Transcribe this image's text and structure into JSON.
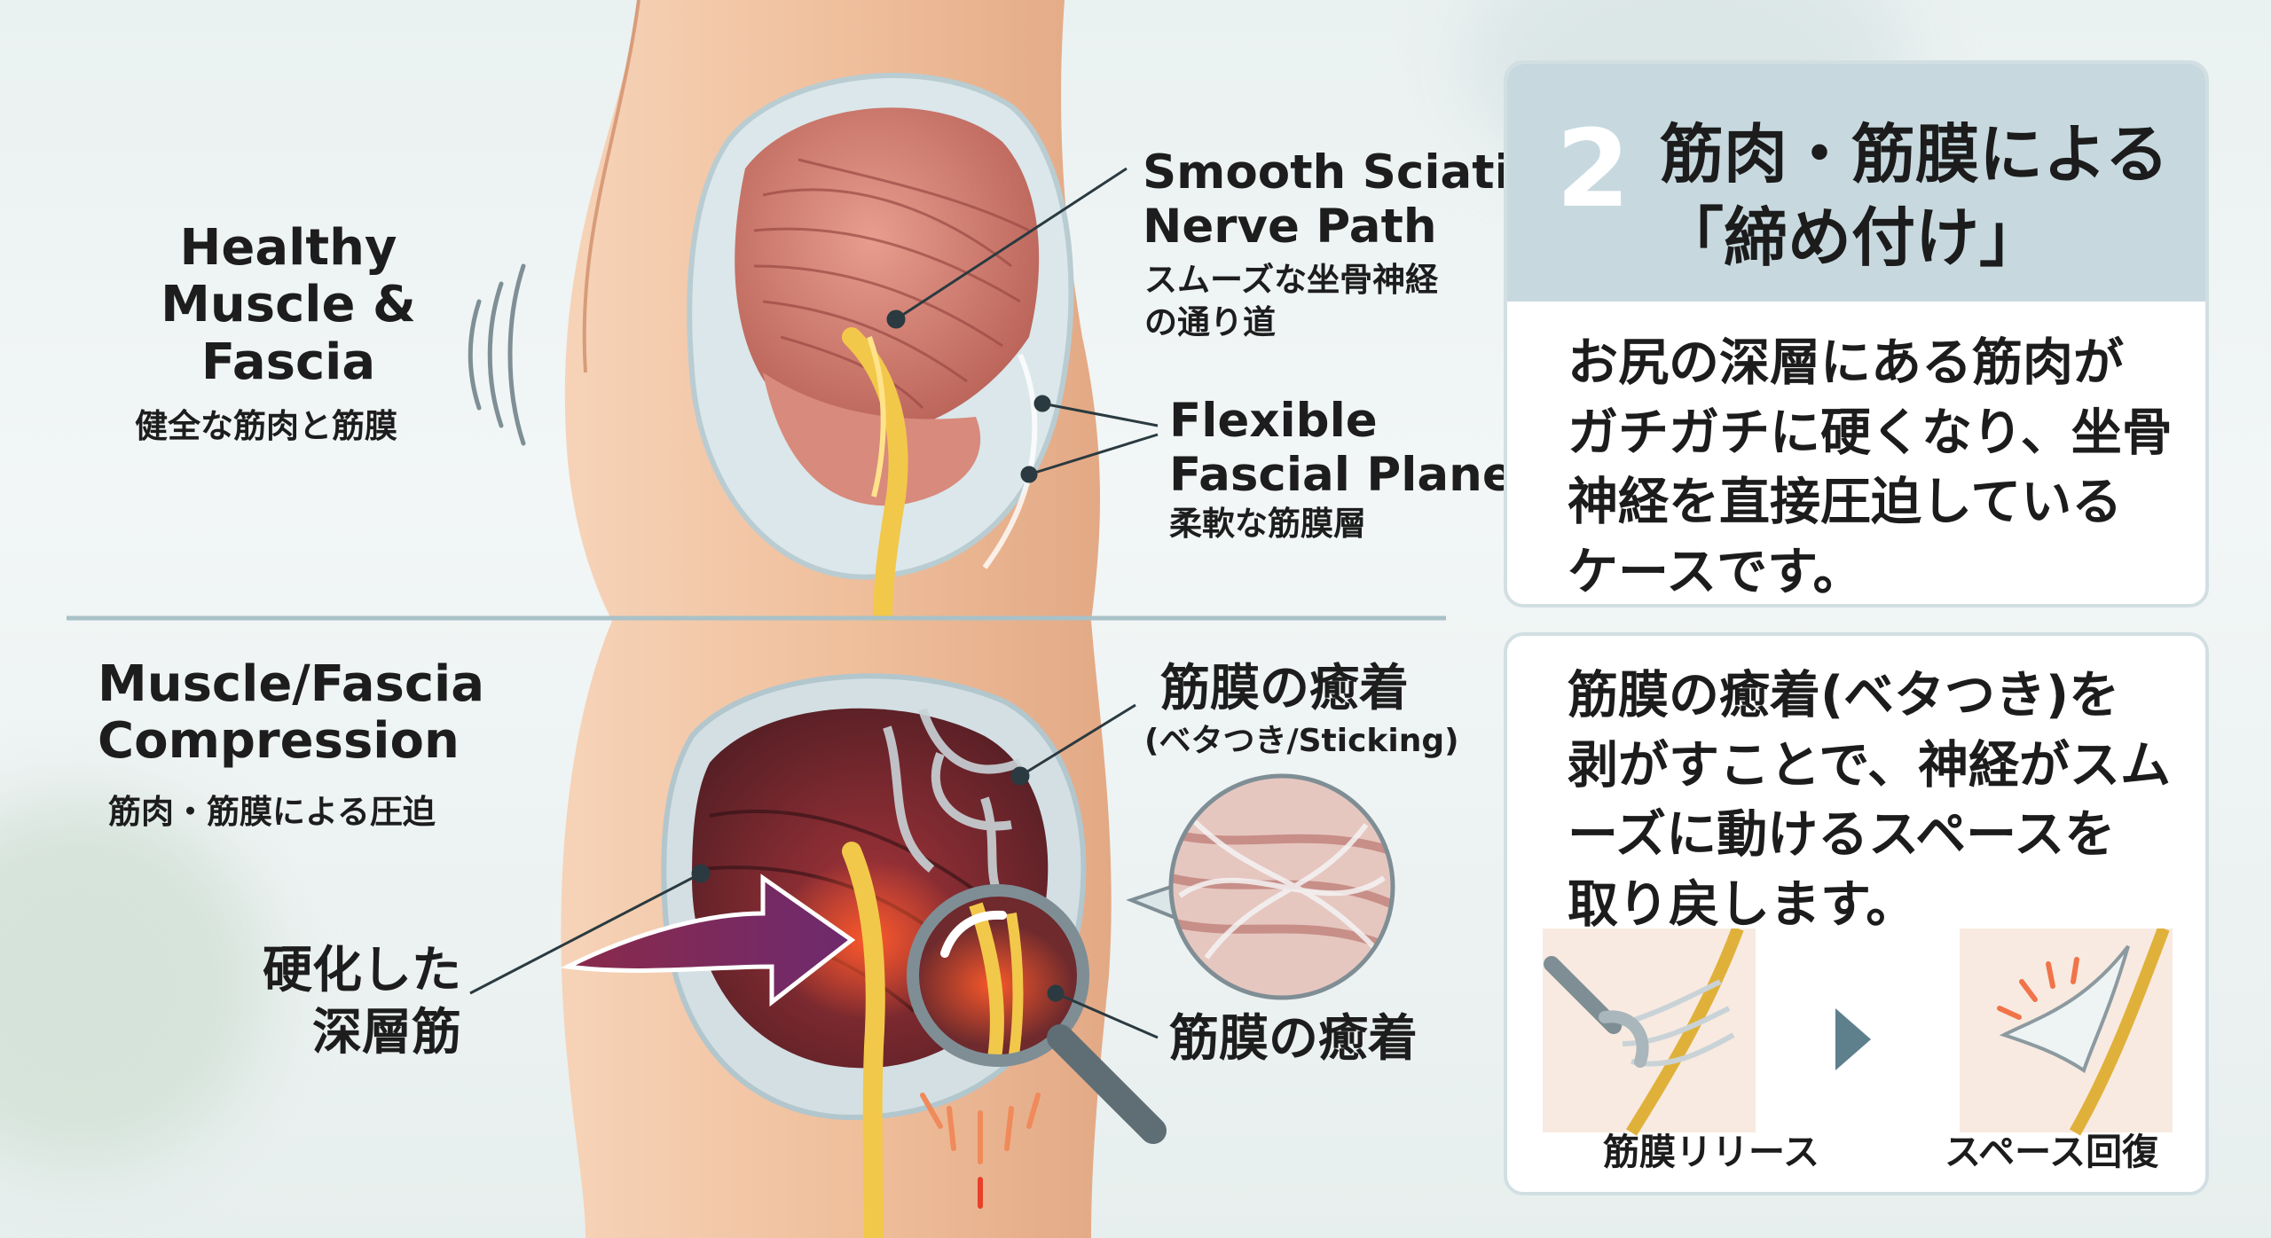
{
  "healthy": {
    "title_lines": [
      "Healthy",
      "Muscle &",
      "Fascia"
    ],
    "title_jp": "健全な筋肉と筋膜",
    "nerve_en_lines": [
      "Smooth Sciatic",
      "Nerve Path"
    ],
    "nerve_jp_lines": [
      "スムーズな坐骨神経",
      "の通り道"
    ],
    "fascia_en_lines": [
      "Flexible",
      "Fascial Planes"
    ],
    "fascia_jp": "柔軟な筋膜層"
  },
  "compression": {
    "title_lines": [
      "Muscle/Fascia",
      "Compression"
    ],
    "title_jp": "筋肉・筋膜による圧迫",
    "stiff_lines": [
      "硬化した",
      "深層筋"
    ],
    "adhesion_top_jp": "筋膜の癒着",
    "adhesion_top_sub": "(ベタつき/Sticking)",
    "adhesion_bottom_jp": "筋膜の癒着"
  },
  "card_top": {
    "number": "2",
    "title_lines": [
      "筋肉・筋膜による",
      "「締め付け」"
    ],
    "body_lines": [
      "お尻の深層にある筋肉が",
      "ガチガチに硬くなり、坐骨",
      "神経を直接圧迫している",
      "ケースです。"
    ]
  },
  "card_bottom": {
    "body_lines": [
      "筋膜の癒着(ベタつき)を",
      "剥がすことで、神経がスム",
      "ーズに動けるスペースを",
      "取り戻します。"
    ],
    "step1_label": "筋膜リリース",
    "step2_label": "スペース回復"
  },
  "colors": {
    "muscle": "#c9776a",
    "muscle_dark": "#6e2a2d",
    "nerve": "#f2c84a",
    "skin": "#f1c4a2",
    "card_header": "#c7d9df",
    "inflammation": "#e8402a"
  }
}
